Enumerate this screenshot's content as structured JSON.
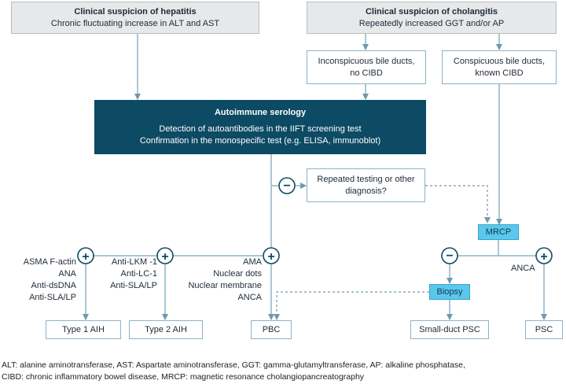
{
  "hepatitis": {
    "title": "Clinical suspicion of hepatitis",
    "subtitle": "Chronic fluctuating increase in ALT and AST"
  },
  "cholangitis": {
    "title": "Clinical suspicion of cholangitis",
    "subtitle": "Repeatedly increased GGT and/or AP"
  },
  "bile_inconspicuous": {
    "line1": "Inconspicuous bile ducts,",
    "line2": "no CIBD"
  },
  "bile_conspicuous": {
    "line1": "Conspicuous bile ducts,",
    "line2": "known CIBD"
  },
  "serology": {
    "title": "Autoimmune serology",
    "line1": "Detection of autoantibodies in the IIFT screening test",
    "line2": "Confirmation in the monospecific test (e.g. ELISA, immunoblot)"
  },
  "repeat": {
    "line1": "Repeated testing or other",
    "line2": "diagnosis?"
  },
  "mrcp": "MRCP",
  "biopsy": "Biopsy",
  "symbols": {
    "plus": "+",
    "minus": "−"
  },
  "type1_markers": [
    "ASMA F-actin",
    "ANA",
    "Anti-dsDNA",
    "Anti-SLA/LP"
  ],
  "type2_markers": [
    "Anti-LKM -1",
    "Anti-LC-1",
    "Anti-SLA/LP"
  ],
  "pbc_markers": [
    "AMA",
    "Nuclear dots",
    "Nuclear membrane",
    "ANCA"
  ],
  "anca": "ANCA",
  "outcomes": {
    "type1": "Type 1 AIH",
    "type2": "Type 2 AIH",
    "pbc": "PBC",
    "small_duct": "Small-duct PSC",
    "psc": "PSC"
  },
  "footer": {
    "line1": "ALT: alanine aminotransferase, AST: Aspartate aminotransferase, GGT: gamma-glutamyltransferase, AP: alkaline phosphatase,",
    "line2": "CIBD: chronic inflammatory bowel disease, MRCP: magnetic resonance cholangiopancreatography"
  },
  "colors": {
    "navy": "#0d4a63",
    "cyan": "#5ac8ec",
    "line": "#8fb3c6",
    "grey": "#e6e8ea"
  }
}
